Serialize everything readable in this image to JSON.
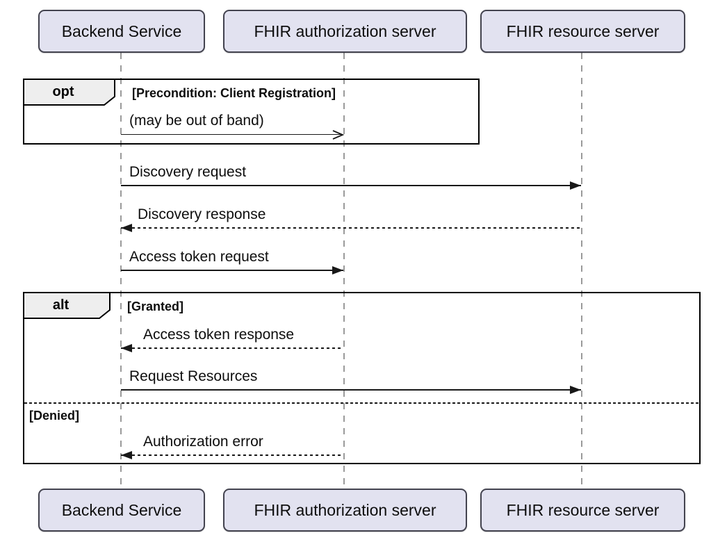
{
  "participants": [
    {
      "label": "Backend Service"
    },
    {
      "label": "FHIR authorization server"
    },
    {
      "label": "FHIR resource server"
    }
  ],
  "fragments": {
    "opt": {
      "operator": "opt",
      "guard": "[Precondition: Client Registration]"
    },
    "alt": {
      "operator": "alt",
      "guards": [
        "[Granted]",
        "[Denied]"
      ]
    }
  },
  "messages": {
    "out_of_band": {
      "label": "(may be out of band)",
      "from": "Backend Service",
      "to": "FHIR authorization server",
      "line": "solid",
      "arrowhead": "open"
    },
    "discovery_request": {
      "label": "Discovery request",
      "from": "Backend Service",
      "to": "FHIR resource server",
      "line": "solid",
      "arrowhead": "filled"
    },
    "discovery_response": {
      "label": "Discovery response",
      "from": "FHIR resource server",
      "to": "Backend Service",
      "line": "dotted",
      "arrowhead": "filled"
    },
    "access_token_request": {
      "label": "Access token request",
      "from": "Backend Service",
      "to": "FHIR authorization server",
      "line": "solid",
      "arrowhead": "filled"
    },
    "access_token_response": {
      "label": "Access token response",
      "from": "FHIR authorization server",
      "to": "Backend Service",
      "line": "dotted",
      "arrowhead": "filled"
    },
    "request_resources": {
      "label": "Request Resources",
      "from": "Backend Service",
      "to": "FHIR resource server",
      "line": "solid",
      "arrowhead": "filled"
    },
    "authorization_error": {
      "label": "Authorization error",
      "from": "FHIR authorization server",
      "to": "Backend Service",
      "line": "dotted",
      "arrowhead": "filled"
    }
  },
  "colors": {
    "participant_fill": "#E2E2F0",
    "participant_border": "#43434f",
    "fragment_border": "#000000",
    "fragment_label_fill": "#EEEEEE",
    "lifeline": "#9A9A9A",
    "arrow": "#181818",
    "text": "#0E0E0E",
    "background": "#FFFFFF"
  }
}
